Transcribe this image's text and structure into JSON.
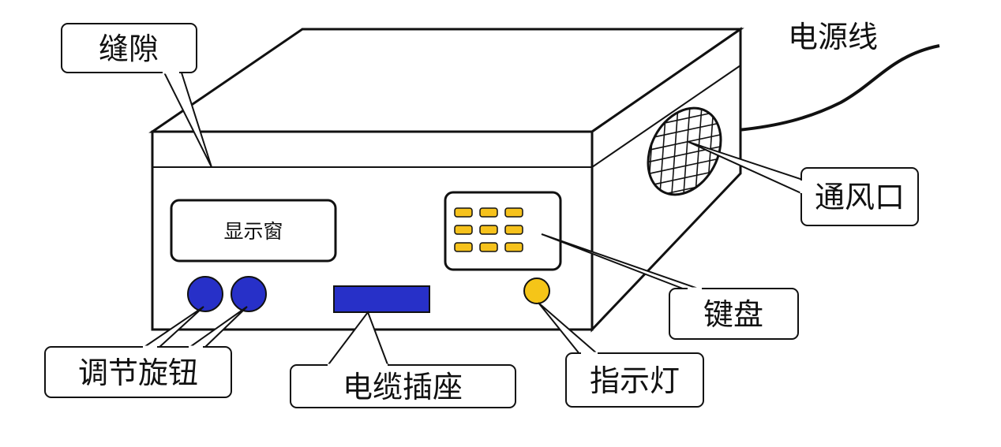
{
  "labels": {
    "gap": "缝隙",
    "power_cord": "电源线",
    "vent": "通风口",
    "display_window": "显示窗",
    "keypad": "键盘",
    "adjust_knobs": "调节旋钮",
    "cable_socket": "电缆插座",
    "indicator_light": "指示灯"
  },
  "colors": {
    "outline": "#111111",
    "knob_fill": "#2730c8",
    "socket_fill": "#2730c8",
    "key_fill": "#f6c21c",
    "indicator_fill": "#f5c518",
    "background": "#ffffff"
  },
  "keypad": {
    "rows": 3,
    "cols": 3
  }
}
